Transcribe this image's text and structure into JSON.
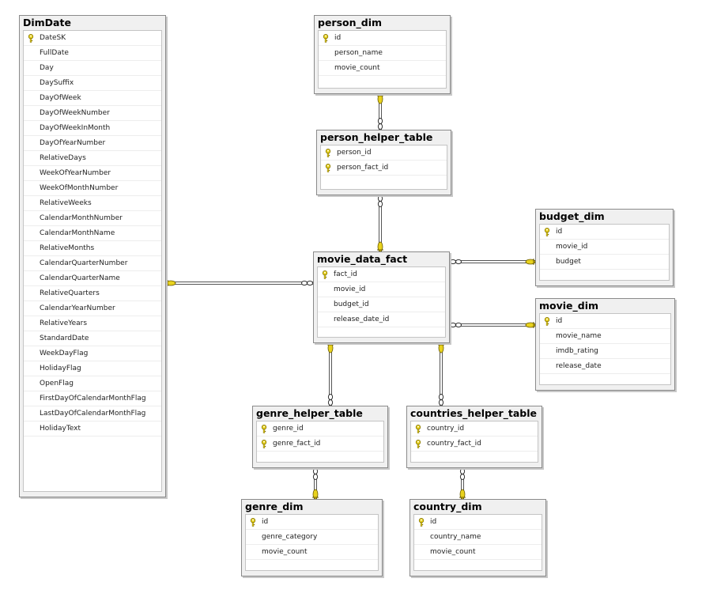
{
  "tables": {
    "DimDate": {
      "title": "DimDate",
      "columns": [
        "DateSK",
        "FullDate",
        "Day",
        "DaySuffix",
        "DayOfWeek",
        "DayOfWeekNumber",
        "DayOfWeekInMonth",
        "DayOfYearNumber",
        "RelativeDays",
        "WeekOfYearNumber",
        "WeekOfMonthNumber",
        "RelativeWeeks",
        "CalendarMonthNumber",
        "CalendarMonthName",
        "RelativeMonths",
        "CalendarQuarterNumber",
        "CalendarQuarterName",
        "RelativeQuarters",
        "CalendarYearNumber",
        "RelativeYears",
        "StandardDate",
        "WeekDayFlag",
        "HolidayFlag",
        "OpenFlag",
        "FirstDayOfCalendarMonthFlag",
        "LastDayOfCalendarMonthFlag",
        "HolidayText"
      ],
      "keys": [
        0
      ]
    },
    "person_dim": {
      "title": "person_dim",
      "columns": [
        "id",
        "person_name",
        "movie_count"
      ],
      "keys": [
        0
      ]
    },
    "person_helper_table": {
      "title": "person_helper_table",
      "columns": [
        "person_id",
        "person_fact_id"
      ],
      "keys": [
        0,
        1
      ]
    },
    "movie_data_fact": {
      "title": "movie_data_fact",
      "columns": [
        "fact_id",
        "movie_id",
        "budget_id",
        "release_date_id"
      ],
      "keys": [
        0
      ]
    },
    "budget_dim": {
      "title": "budget_dim",
      "columns": [
        "id",
        "movie_id",
        "budget"
      ],
      "keys": [
        0
      ]
    },
    "movie_dim": {
      "title": "movie_dim",
      "columns": [
        "id",
        "movie_name",
        "imdb_rating",
        "release_date"
      ],
      "keys": [
        0
      ]
    },
    "genre_helper_table": {
      "title": "genre_helper_table",
      "columns": [
        "genre_id",
        "genre_fact_id"
      ],
      "keys": [
        0,
        1
      ]
    },
    "countries_helper_table": {
      "title": "countries_helper_table",
      "columns": [
        "country_id",
        "country_fact_id"
      ],
      "keys": [
        0,
        1
      ]
    },
    "genre_dim": {
      "title": "genre_dim",
      "columns": [
        "id",
        "genre_category",
        "movie_count"
      ],
      "keys": [
        0
      ]
    },
    "country_dim": {
      "title": "country_dim",
      "columns": [
        "id",
        "country_name",
        "movie_count"
      ],
      "keys": [
        0
      ]
    }
  },
  "relationships": [
    {
      "from": "person_dim",
      "to": "person_helper_table"
    },
    {
      "from": "person_helper_table",
      "to": "movie_data_fact"
    },
    {
      "from": "DimDate",
      "to": "movie_data_fact"
    },
    {
      "from": "budget_dim",
      "to": "movie_data_fact"
    },
    {
      "from": "movie_dim",
      "to": "movie_data_fact"
    },
    {
      "from": "movie_data_fact",
      "to": "genre_helper_table"
    },
    {
      "from": "movie_data_fact",
      "to": "countries_helper_table"
    },
    {
      "from": "genre_dim",
      "to": "genre_helper_table"
    },
    {
      "from": "country_dim",
      "to": "countries_helper_table"
    }
  ],
  "colors": {
    "key_icon": "#e8d21e",
    "line": "#555555",
    "border": "#8a8a8a"
  }
}
